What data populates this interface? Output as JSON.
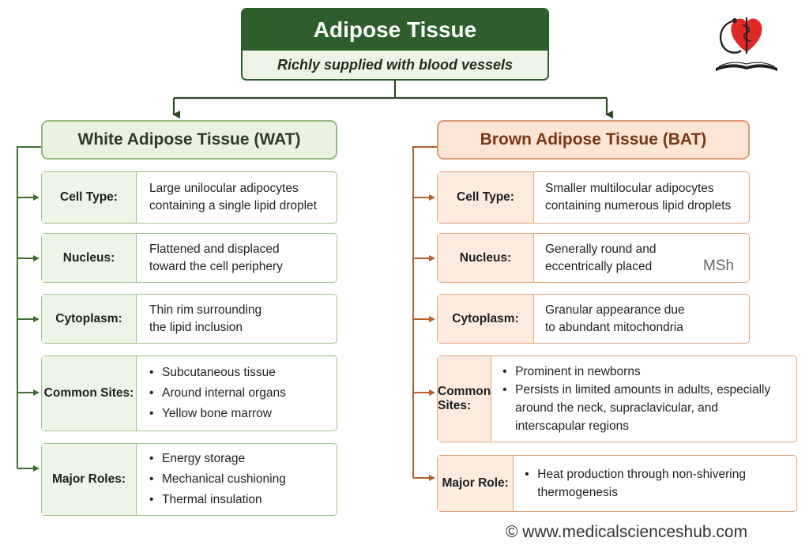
{
  "title": {
    "text": "Adipose Tissue",
    "subtitle": "Richly supplied with blood vessels"
  },
  "white": {
    "header": "White Adipose Tissue (WAT)",
    "rows": [
      {
        "label": "Cell Type:",
        "lines": [
          "Large unilocular adipocytes",
          "containing a single lipid droplet"
        ]
      },
      {
        "label": "Nucleus:",
        "lines": [
          "Flattened and displaced",
          "toward the cell periphery"
        ]
      },
      {
        "label": "Cytoplasm:",
        "lines": [
          "Thin rim surrounding",
          "the lipid inclusion"
        ]
      },
      {
        "label": "Common Sites:",
        "bullets": [
          "Subcutaneous tissue",
          "Around internal organs",
          "Yellow bone marrow"
        ]
      },
      {
        "label": "Major Roles:",
        "bullets": [
          "Energy storage",
          "Mechanical cushioning",
          "Thermal insulation"
        ]
      }
    ]
  },
  "brown": {
    "header": "Brown Adipose Tissue (BAT)",
    "rows": [
      {
        "label": "Cell Type:",
        "lines": [
          "Smaller multilocular adipocytes",
          "containing numerous lipid droplets"
        ]
      },
      {
        "label": "Nucleus:",
        "lines": [
          "Generally round and",
          "eccentrically placed"
        ]
      },
      {
        "label": "Cytoplasm:",
        "lines": [
          "Granular appearance due",
          "to abundant mitochondria"
        ]
      },
      {
        "label": "Common Sites:",
        "bullets": [
          "Prominent in newborns",
          "Persists in limited amounts in adults, especially around the neck, supraclavicular, and interscapular regions"
        ]
      },
      {
        "label": "Major Role:",
        "bullets": [
          "Heat production through non-shivering thermogenesis"
        ]
      }
    ]
  },
  "watermark": "MSh",
  "footer": "© www.medicalscienceshub.com",
  "colors": {
    "green_dark": "#2d5e2c",
    "green_line": "#3f6e30",
    "brown_line": "#b5602a"
  },
  "logo_icon": "heart-stethoscope-book-logo"
}
